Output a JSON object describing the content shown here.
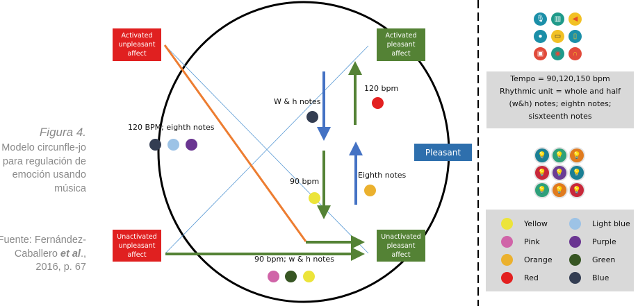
{
  "caption": {
    "title": "Figura 4.",
    "body": "Modelo circunfle-jo para regulación de emoción usando música",
    "source_prefix": "Fuente: Fernández-Caballero ",
    "source_etal": "et al",
    "source_suffix": "., 2016, p. 67"
  },
  "quadrants": {
    "top_left": "Activated unpleasant affect",
    "top_right": "Activated pleasant affect",
    "bottom_left": "Unactivated unpleasant affect",
    "bottom_right": "Unactivated pleasant affect"
  },
  "axis_label": "Pleasant",
  "annotations": {
    "left_group": "120 BPM; eighth notes",
    "wh_notes": "W & h notes",
    "bpm_120": "120 bpm",
    "bpm_90": "90 bpm",
    "eighth_notes": "Eighth notes",
    "bottom_group": "90 bpm; w & h notes"
  },
  "colors": {
    "yellow": "#ece43a",
    "light_blue": "#9dc3e6",
    "pink": "#d064a8",
    "purple": "#6a3591",
    "orange": "#ebb12e",
    "green": "#375623",
    "red": "#e32020",
    "blue": "#333d52",
    "arrow_green": "#548235",
    "arrow_blue": "#4472c4",
    "orange_line": "#ed7d31",
    "box_red": "#e02020",
    "box_green": "#548235",
    "pleasant_blue": "#2e6fad"
  },
  "info_box": {
    "line1": "Tempo = 90,120,150 bpm",
    "line2": "Rhythmic unit = whole and half",
    "line3": "(w&h) notes; eightn notes;",
    "line4": "sisxteenth notes"
  },
  "legend": [
    {
      "label": "Yellow",
      "color_key": "yellow"
    },
    {
      "label": "Light blue",
      "color_key": "light_blue"
    },
    {
      "label": "Pink",
      "color_key": "pink"
    },
    {
      "label": "Purple",
      "color_key": "purple"
    },
    {
      "label": "Orange",
      "color_key": "orange"
    },
    {
      "label": "Green",
      "color_key": "green"
    },
    {
      "label": "Red",
      "color_key": "red"
    },
    {
      "label": "Blue",
      "color_key": "blue"
    }
  ],
  "music_icons": [
    "microphone-icon",
    "equalizer-icon",
    "speaker-horn-icon",
    "vinyl-record-icon",
    "cassette-icon",
    "loudspeaker-icon",
    "radio-icon",
    "video-camera-icon",
    "headphones-icon"
  ],
  "bulb_icons": [
    "bulb-icon-teal",
    "bulb-icon-green",
    "bulb-icon-orange",
    "bulb-icon-red",
    "bulb-icon-purple",
    "bulb-icon-blue",
    "bulb-icon-green-2",
    "bulb-icon-orange-2",
    "bulb-icon-red-2"
  ]
}
